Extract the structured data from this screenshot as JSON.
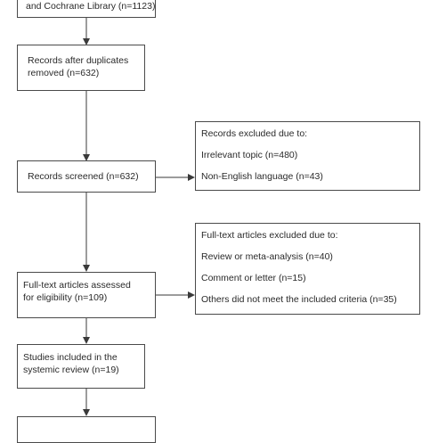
{
  "flow": {
    "identification": {
      "lines": [
        "and Cochrane Library (n=1123)"
      ]
    },
    "after_duplicates": {
      "lines": [
        "Records after duplicates",
        "removed (n=632)"
      ]
    },
    "screened": {
      "lines": [
        "Records screened (n=632)"
      ]
    },
    "screened_excluded": {
      "lines": [
        "Records excluded due to:",
        "Irrelevant topic (n=480)",
        "Non-English language (n=43)"
      ]
    },
    "fulltext": {
      "lines": [
        "Full-text articles assessed",
        "for eligibility (n=109)"
      ]
    },
    "fulltext_excluded": {
      "lines": [
        "Full-text articles excluded due to:",
        "Review or meta-analysis (n=40)",
        "Comment or letter (n=15)",
        "Others did not meet the included criteria (n=35)"
      ]
    },
    "included": {
      "lines": [
        "Studies included in the",
        "systemic review (n=19)"
      ]
    }
  }
}
